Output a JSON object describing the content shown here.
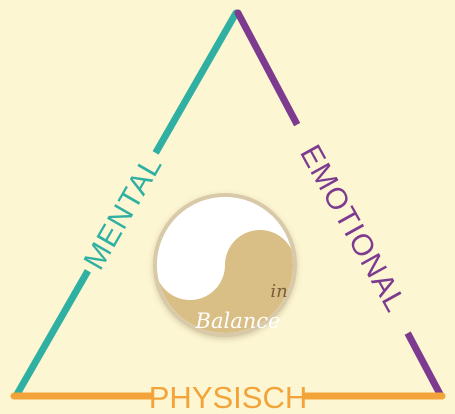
{
  "labels": {
    "left_side": "MENTAL",
    "right_side": "EMOTIONAL",
    "base": "PHYSISCH",
    "center_top": "in",
    "center_bottom": "Balance"
  },
  "colors": {
    "background": "#fdf6d2",
    "mental_teal": "#2fb0a3",
    "emotional_purple": "#7d3b90",
    "physisch_orange": "#f2a43a",
    "yin_yang_gold": "#d9be85",
    "circle_border": "#d8c9a8"
  },
  "icons": {
    "center": "yin-yang-icon"
  }
}
